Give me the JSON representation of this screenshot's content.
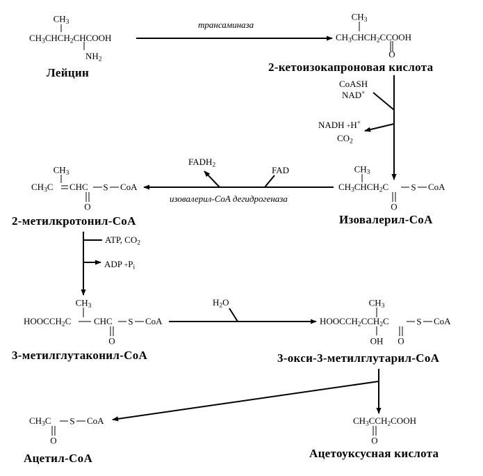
{
  "compounds": {
    "leucine": {
      "name": "Лейцин",
      "branch": "CH3",
      "main": "CH3CHCH2CHCOOH",
      "amino": "NH2"
    },
    "ketoisocaproic": {
      "name": "2-кетоизокапроновая кислота",
      "branch": "CH3",
      "main": "CH3CHCH2CCOOH",
      "oxo": "O"
    },
    "isovaleryl_coa": {
      "name": "Изовалерил-CoA",
      "branch": "CH3",
      "main_left": "CH3CHCH2C",
      "s": "S",
      "coa": "CoA",
      "oxo": "O"
    },
    "methylcrotonyl_coa": {
      "name": "2-метилкротонил-CoA",
      "branch": "CH3",
      "main_left": "CH3C",
      "main_mid": "CHC",
      "s": "S",
      "coa": "CoA",
      "oxo": "O"
    },
    "methylglutaconyl_coa": {
      "name": "3-метилглутаконил-CoA",
      "branch": "CH3",
      "main_left": "HOOCCH2C",
      "main_mid": "CHC",
      "s": "S",
      "coa": "CoA",
      "oxo": "O"
    },
    "hmg_coa": {
      "name": "3-окси-3-метилглутарил-CoA",
      "branch": "CH3",
      "main_left": "HOOCCH2CCH2C",
      "s": "S",
      "coa": "CoA",
      "hydroxy": "OH",
      "oxo": "O"
    },
    "acetyl_coa": {
      "name": "Ацетил-CoA",
      "main_left": "CH3C",
      "s": "S",
      "coa": "CoA",
      "oxo": "O"
    },
    "acetoacetic": {
      "name": "Ацетоуксусная кислота",
      "main": "CH3CCH2COOH",
      "oxo": "O"
    }
  },
  "reactions": {
    "transamination": {
      "enzyme": "трансаминаза"
    },
    "decarboxylation": {
      "in1": "CoASH",
      "in2": "NAD+",
      "out1": "NADH + H+",
      "out2": "CO2"
    },
    "dehydrogenation": {
      "enzyme": "изовалерил-CoA дегидрогеназа",
      "in": "FAD",
      "out": "FADH2"
    },
    "carboxylation": {
      "in": "ATP, CO2",
      "out": "ADP + Pi"
    },
    "hydration": {
      "in": "H2O"
    }
  }
}
